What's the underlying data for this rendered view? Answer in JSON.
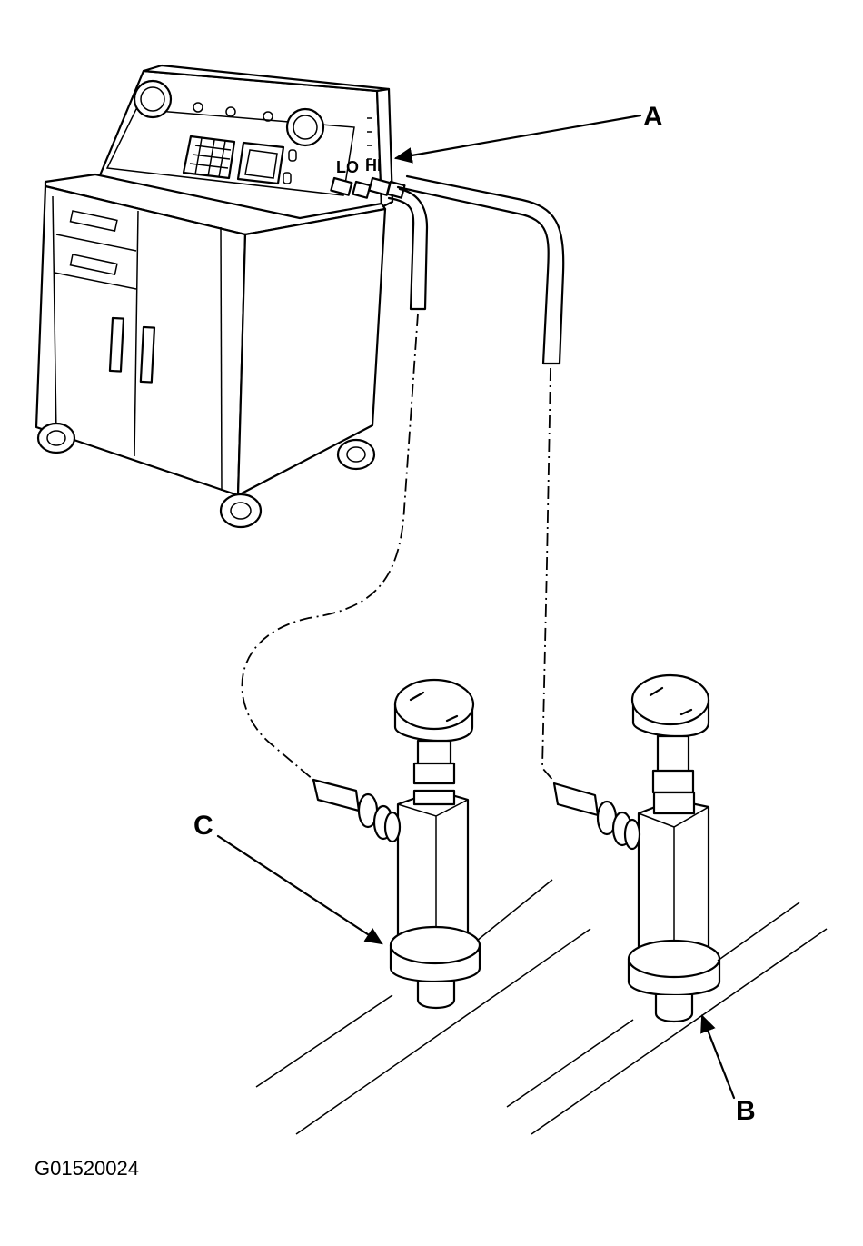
{
  "labels": {
    "a": "A",
    "b": "B",
    "c": "C",
    "lo": "LO",
    "hi": "HI"
  },
  "figure_id": "G01520024",
  "colors": {
    "line": "#000000",
    "background": "#ffffff"
  }
}
